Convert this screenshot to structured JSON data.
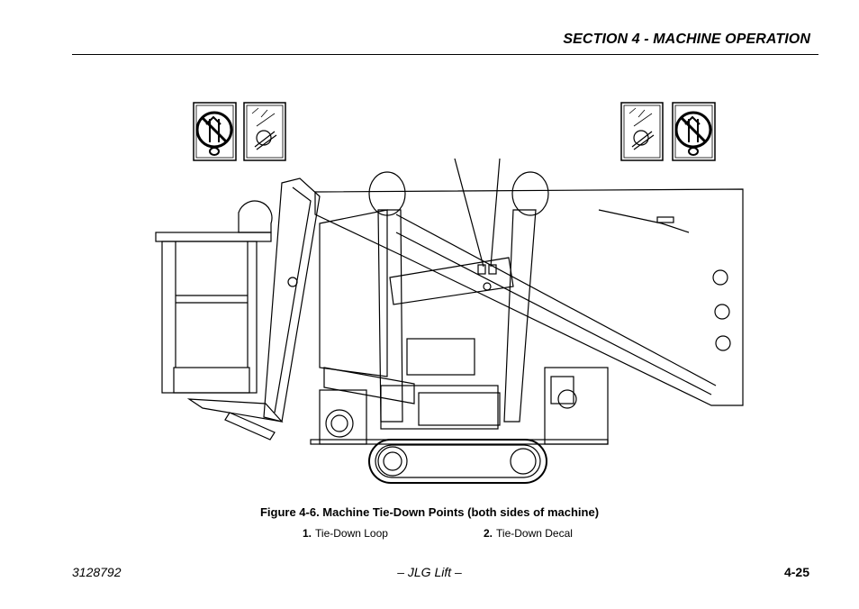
{
  "header": {
    "section_title": "SECTION 4 - MACHINE OPERATION"
  },
  "figure": {
    "caption": "Figure 4-6. Machine Tie-Down Points (both sides of machine)",
    "legend": [
      {
        "number": "1.",
        "label": "Tie-Down Loop"
      },
      {
        "number": "2.",
        "label": "Tie-Down Decal"
      }
    ]
  },
  "footer": {
    "doc_number": "3128792",
    "center": "– JLG Lift –",
    "page": "4-25"
  }
}
